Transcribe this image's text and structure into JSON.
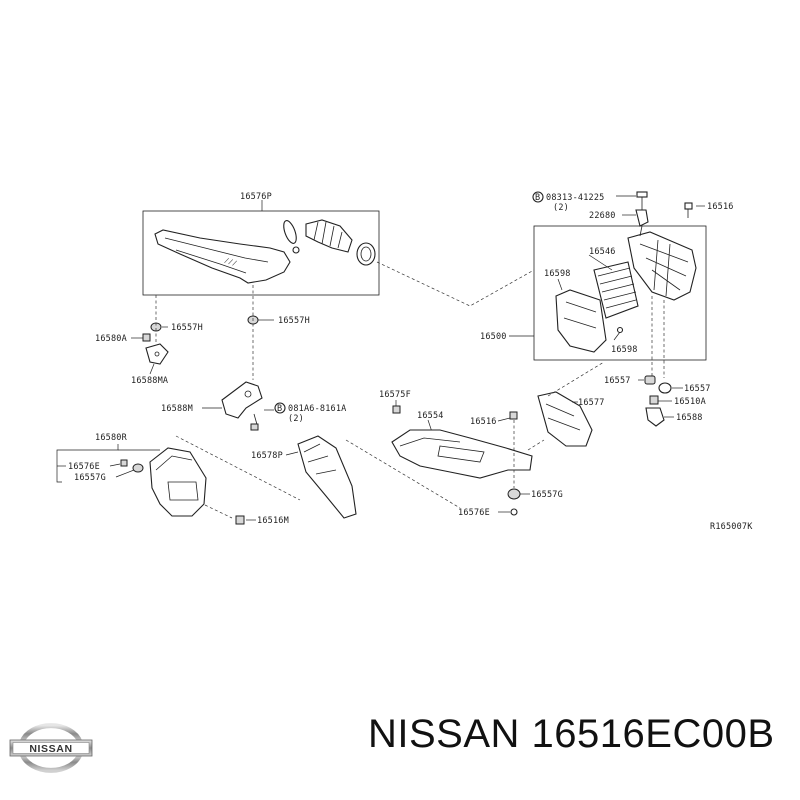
{
  "diagram": {
    "labels": {
      "p16576P": "16576P",
      "p08313": "08313-41225",
      "p08313_qty": "(2)",
      "p16516_top": "16516",
      "p22680": "22680",
      "p16546": "16546",
      "p16598_a": "16598",
      "p16598_b": "16598",
      "p16500": "16500",
      "p16557H_a": "16557H",
      "p16557H_b": "16557H",
      "p16580A": "16580A",
      "p16588MA": "16588MA",
      "p16588M": "16588M",
      "p081A6": "081A6-8161A",
      "p081A6_qty": "(2)",
      "p16575F": "16575F",
      "p16554": "16554",
      "p16516_mid": "16516",
      "p16577": "16577",
      "p16557_a": "16557",
      "p16557_b": "16557",
      "p16510A": "16510A",
      "p16588": "16588",
      "p16580R": "16580R",
      "p16576E_a": "16576E",
      "p16557G_a": "16557G",
      "p16578P": "16578P",
      "p16516M": "16516M",
      "p16557G_b": "16557G",
      "p16576E_b": "16576E",
      "ref_code": "R165007K",
      "bolt_symbol": "B"
    }
  },
  "footer": {
    "brand": "NISSAN",
    "title": "NISSAN 16516EC00B"
  }
}
